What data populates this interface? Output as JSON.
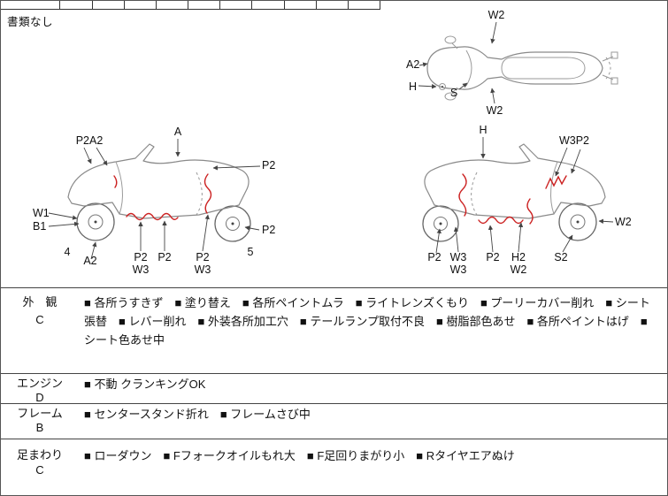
{
  "header": {
    "document_note": "書類なし"
  },
  "diagrams": {
    "top_view": {
      "labels": [
        "W2",
        "A2",
        "H",
        "S",
        "W2"
      ]
    },
    "left_side": {
      "labels": [
        "P2A2",
        "A",
        "P2",
        "W1",
        "B1",
        "4",
        "A2",
        "P2",
        "W3",
        "P2",
        "P2",
        "W3",
        "P2",
        "5"
      ]
    },
    "right_side": {
      "labels": [
        "H",
        "W3P2",
        "W2",
        "P2",
        "W3",
        "W3",
        "P2",
        "H2",
        "W2",
        "S2"
      ]
    }
  },
  "table": {
    "rows": [
      {
        "category": "外　観",
        "grade": "C",
        "items": [
          "各所うすきず",
          "塗り替え",
          "各所ペイントムラ",
          "ライトレンズくもり",
          "プーリーカバー削れ",
          "シート張替",
          "レバー削れ",
          "外装各所加工穴",
          "テールランプ取付不良",
          "樹脂部色あせ",
          "各所ペイントはげ",
          "シート色あせ中"
        ]
      },
      {
        "category": "エンジン",
        "grade": "D",
        "items": [
          "不動 クランキングOK"
        ]
      },
      {
        "category": "フレーム",
        "grade": "B",
        "items": [
          "センタースタンド折れ",
          "フレームさび中"
        ]
      },
      {
        "category": "足まわり",
        "grade": "C",
        "items": [
          "ローダウン",
          "Fフォークオイルもれ大",
          "F足回りまがり小",
          "Rタイヤエアぬけ"
        ]
      }
    ]
  }
}
